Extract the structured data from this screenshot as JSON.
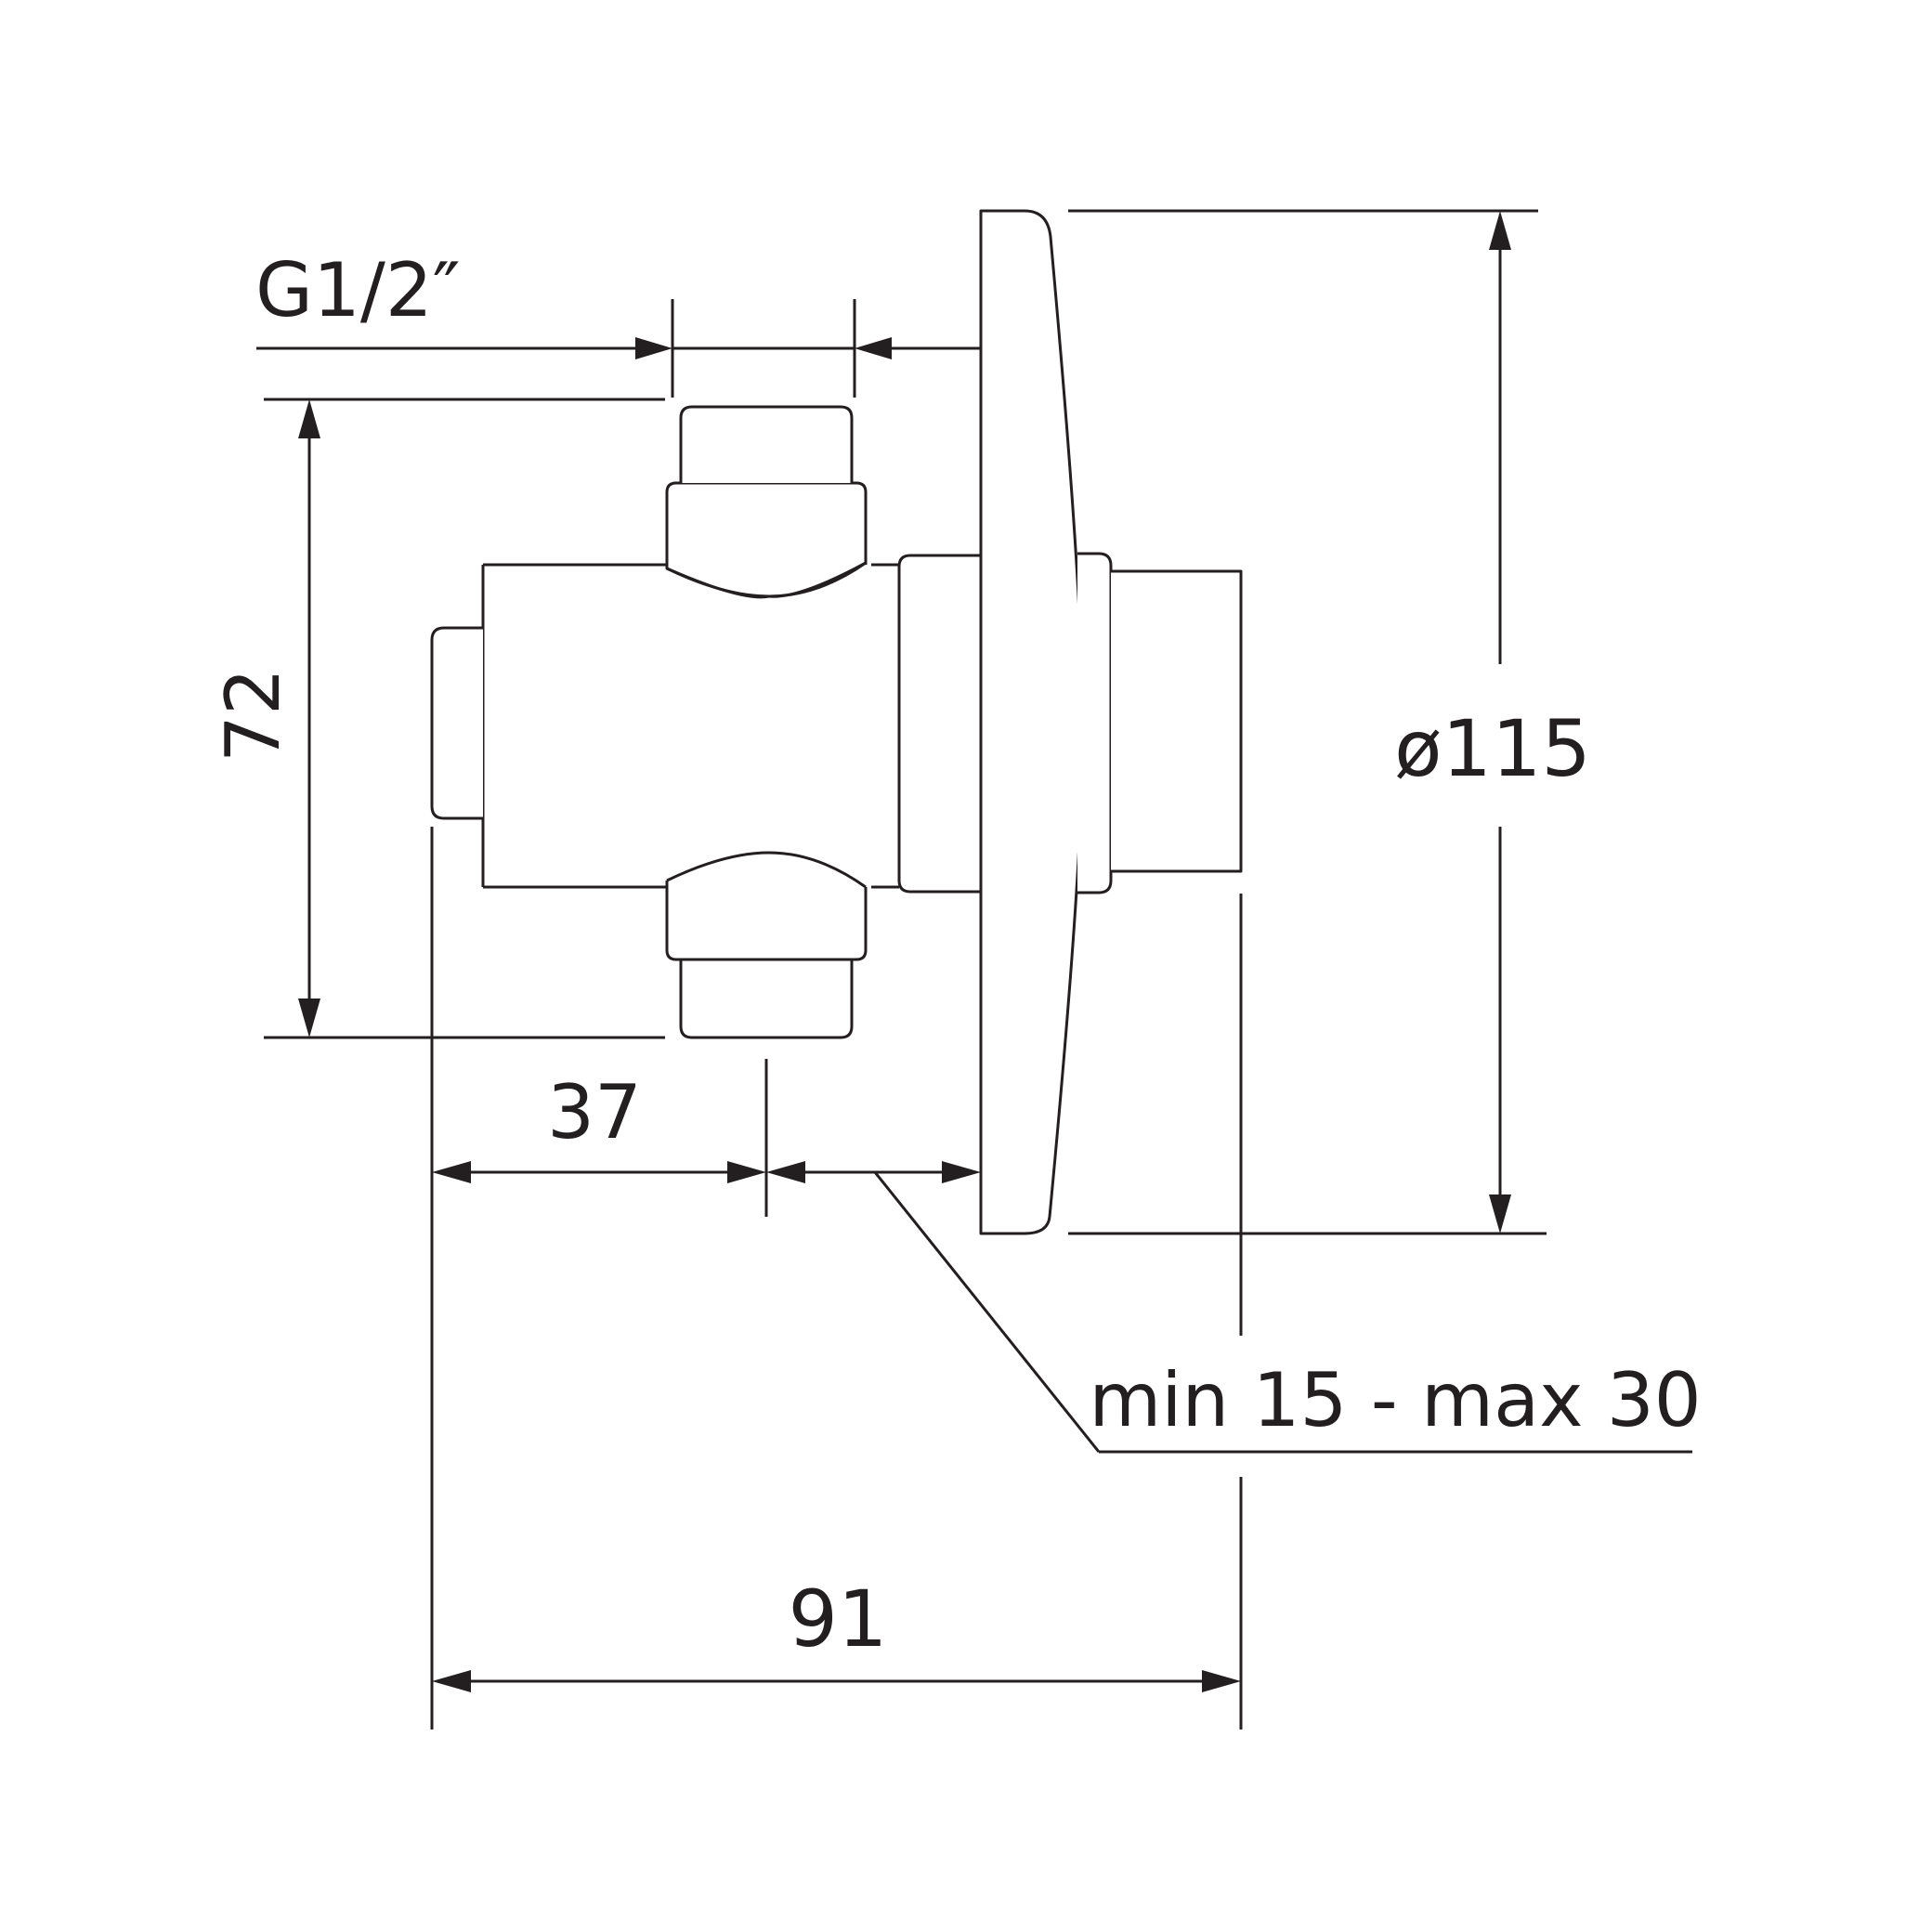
{
  "labels": {
    "thread": "G1/2″",
    "height": "72",
    "diameter": "ø115",
    "depth_inlet": "37",
    "wall_range": "min 15 - max 30",
    "total_length": "91"
  },
  "colors": {
    "line": "#231f20",
    "background": "#ffffff"
  }
}
